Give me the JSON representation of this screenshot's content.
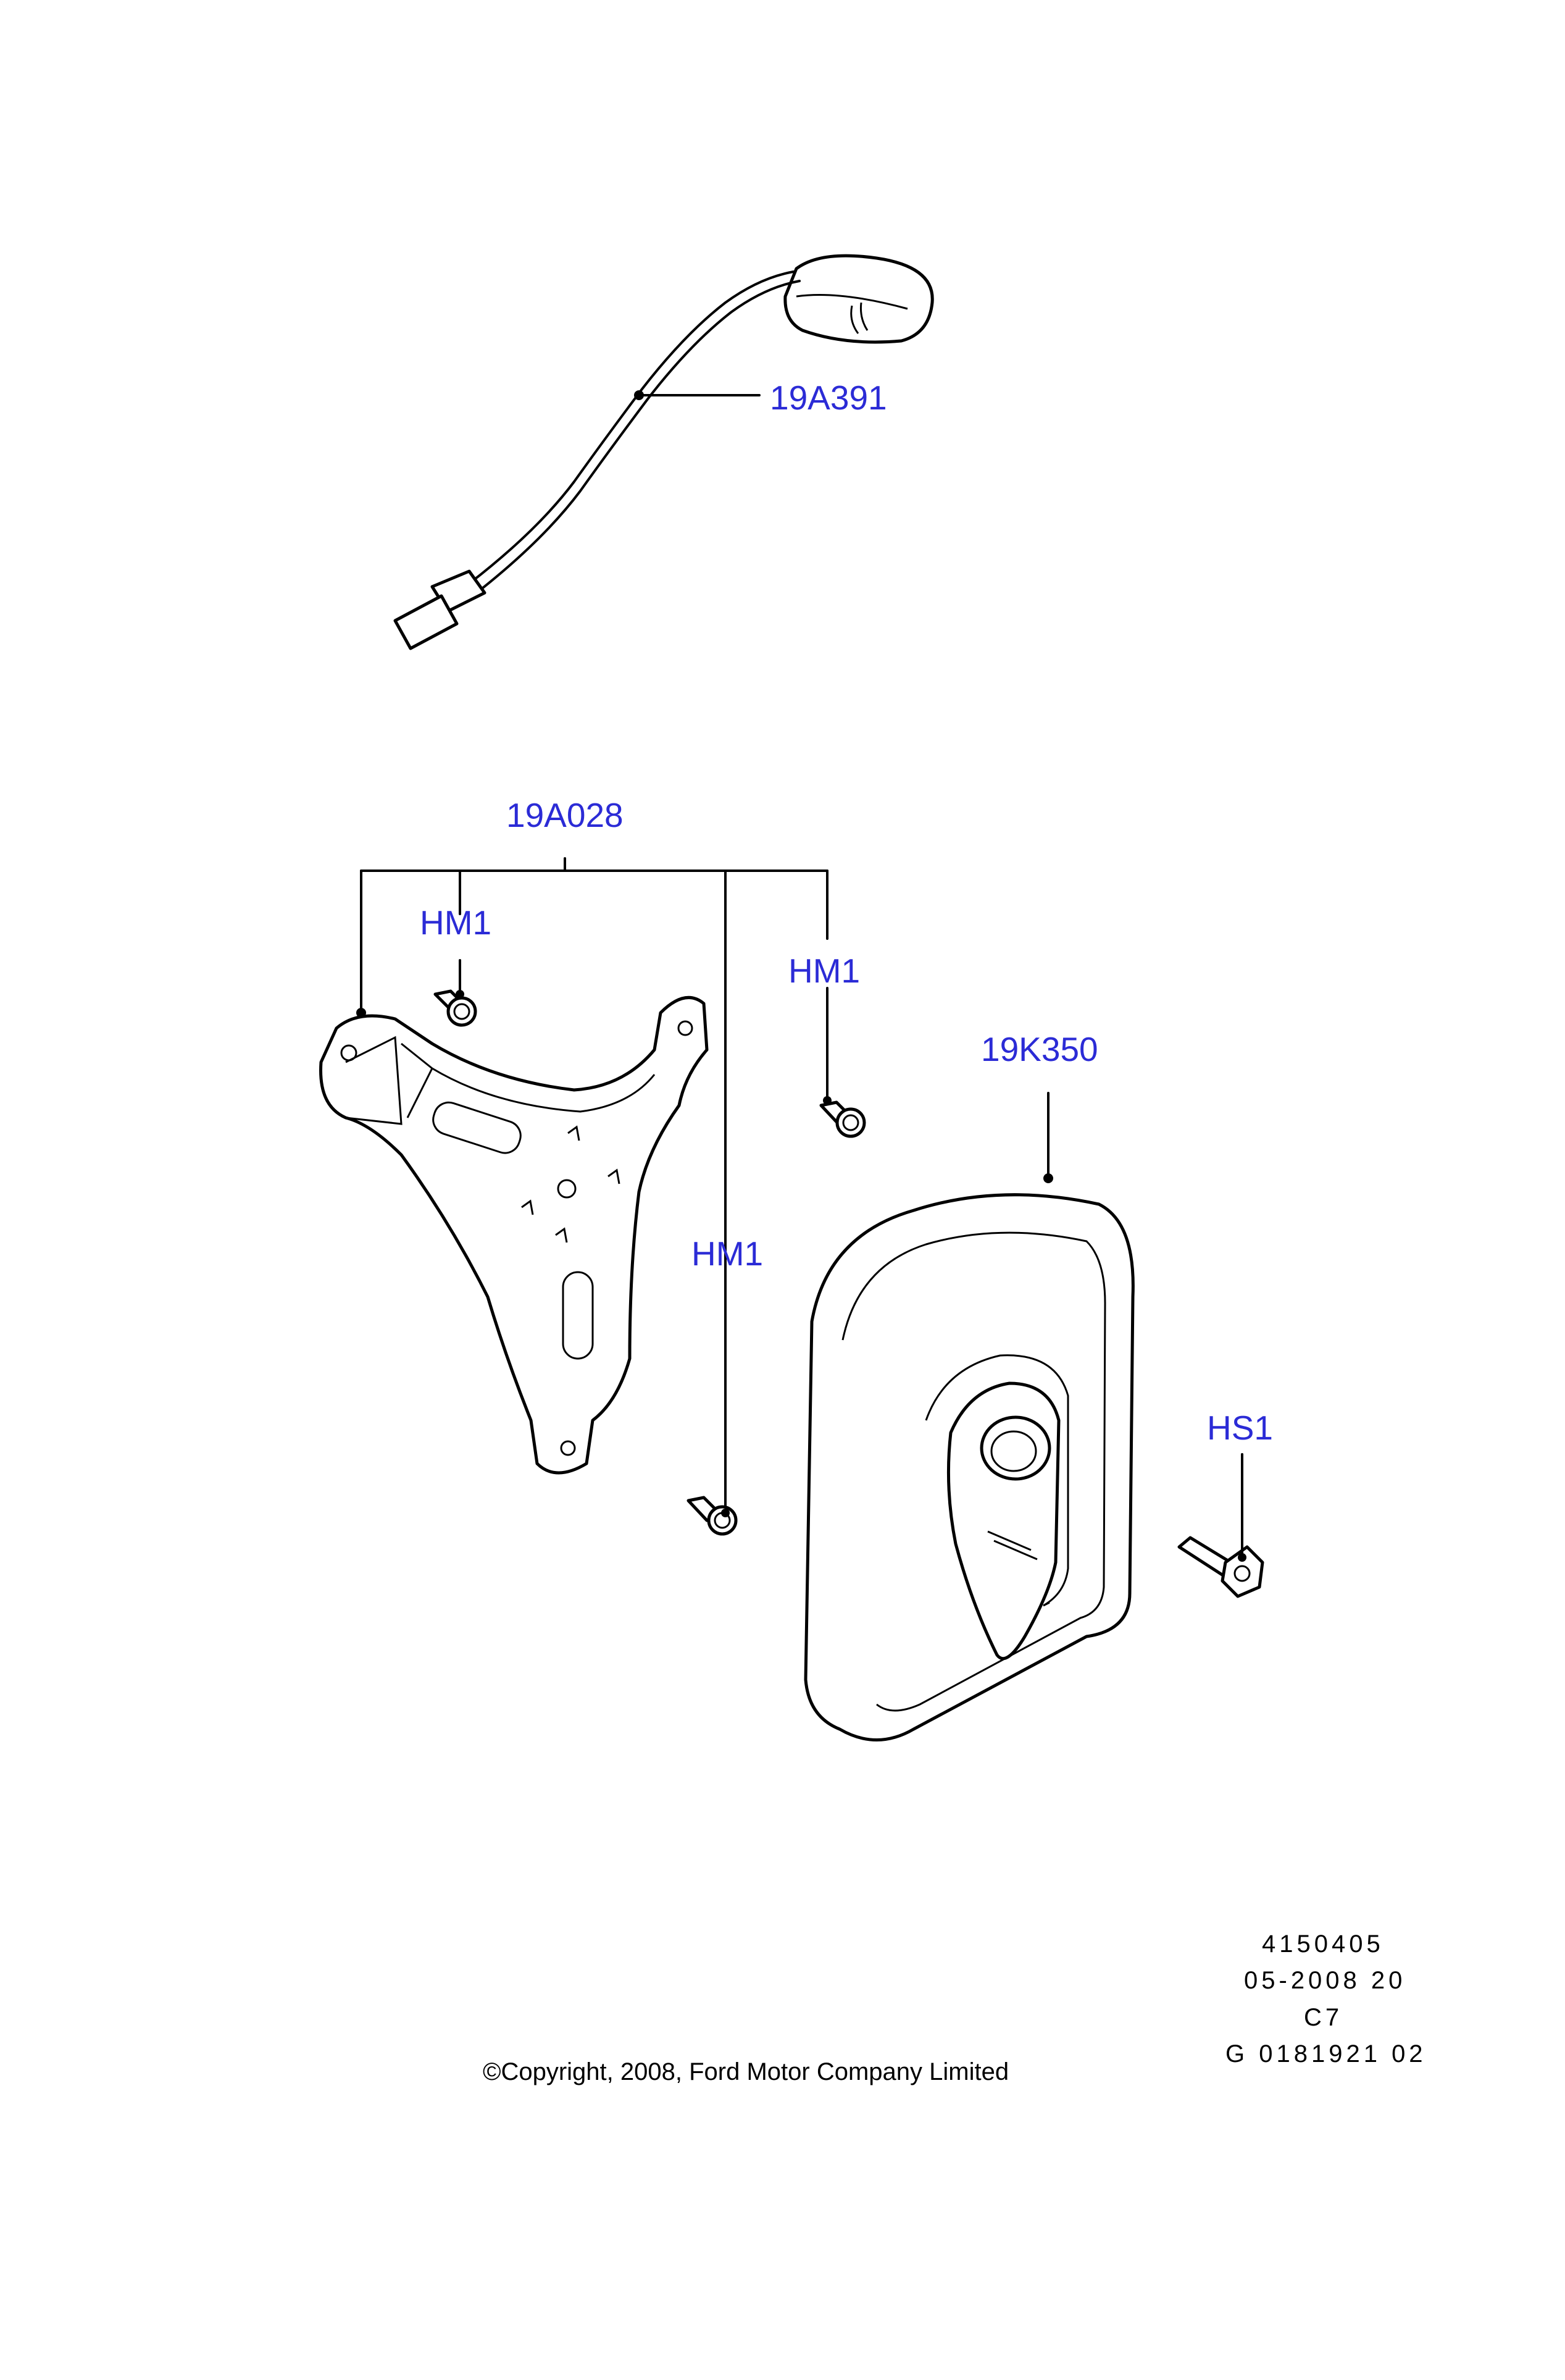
{
  "callouts": {
    "c1": "19A391",
    "c2": "19A028",
    "c3": "HM1",
    "c4": "HM1",
    "c5": "19K350",
    "c6": "HM1",
    "c7": "HS1"
  },
  "reference": {
    "line1": "4150405",
    "line2": "05-2008 20",
    "line3": "C7",
    "line4": "G 0181921 02"
  },
  "copyright": "©Copyright, 2008, Ford Motor Company Limited",
  "colors": {
    "callout": "#2b2bd6",
    "line": "#000000",
    "background": "#ffffff"
  },
  "icons": [
    "microphone-icon",
    "bracket-icon",
    "speaker-cover-icon",
    "screw-icon",
    "bolt-icon"
  ]
}
